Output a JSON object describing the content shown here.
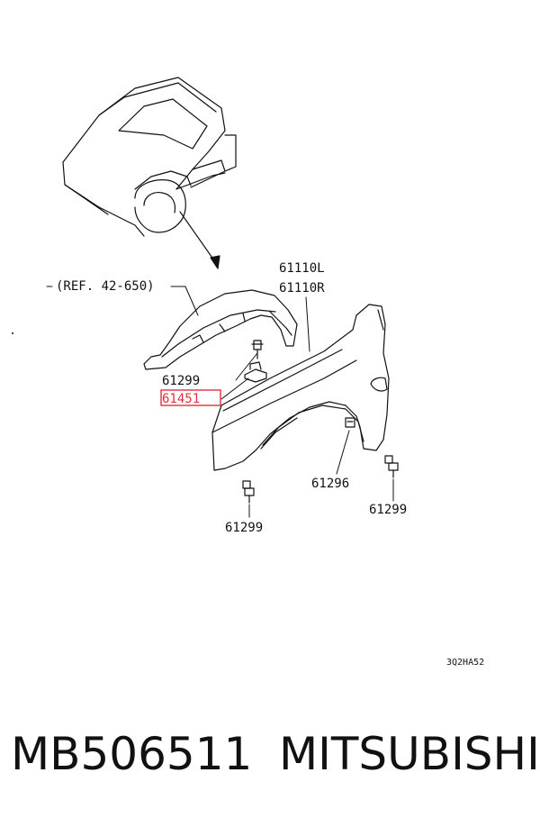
{
  "labels": {
    "ref": "(REF. 42-650)",
    "part_fender_l": "61110L",
    "part_fender_r": "61110R",
    "part_61299_a": "61299",
    "part_61451": "61451",
    "part_61296": "61296",
    "part_61299_b": "61299",
    "part_61299_c": "61299",
    "drawing_code": "3Q2HA52"
  },
  "highlight_color": "#e0303a",
  "footer": {
    "part_number": "MB506511",
    "brand": "MITSUBISHI"
  }
}
